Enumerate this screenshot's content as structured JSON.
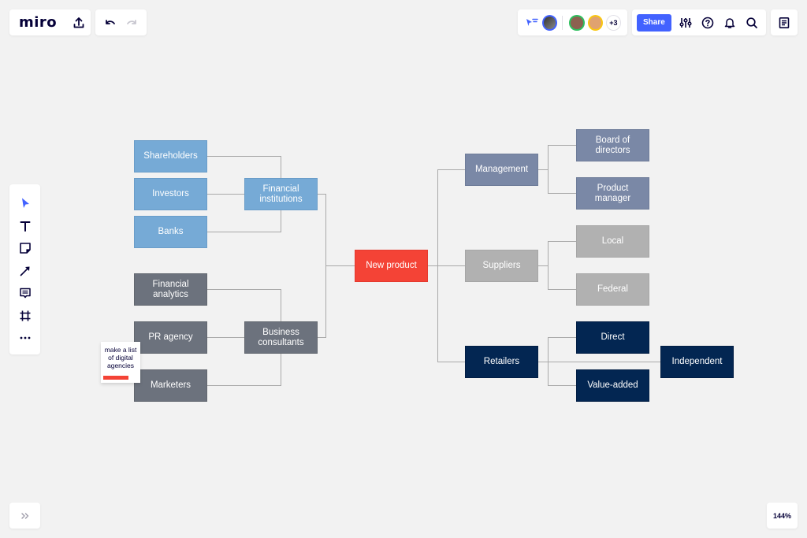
{
  "header": {
    "logo": "miro",
    "upload_icon": "upload-icon",
    "undo_icon": "undo-icon",
    "redo_icon": "redo-icon",
    "collaborators": {
      "cursor_icon": "follow-cursor-icon",
      "avatars": [
        {
          "name": "user-1",
          "border": "#4262ff"
        },
        {
          "name": "user-2",
          "border": "#2ebf5e"
        },
        {
          "name": "user-3",
          "border": "#fac710"
        }
      ],
      "more_count": "+3"
    },
    "share_label": "Share",
    "settings_icon": "sliders-icon",
    "help_icon": "help-icon",
    "notifications_icon": "bell-icon",
    "search_icon": "search-icon",
    "notes_icon": "notes-icon"
  },
  "toolbar": {
    "tools": [
      "select",
      "text",
      "sticky-note",
      "arrow",
      "comment",
      "frame",
      "more"
    ]
  },
  "diagram": {
    "root": {
      "label": "New product",
      "color": "#f44336"
    },
    "left": {
      "financial_institutions": "Financial institutions",
      "shareholders": "Shareholders",
      "investors": "Investors",
      "banks": "Banks",
      "business_consultants": "Business consultants",
      "financial_analytics": "Financial analytics",
      "pr_agency": "PR agency",
      "marketers": "Marketers"
    },
    "right": {
      "management": "Management",
      "board": "Board of directors",
      "product_manager": "Product manager",
      "suppliers": "Suppliers",
      "local": "Local",
      "federal": "Federal",
      "retailers": "Retailers",
      "direct": "Direct",
      "value_added": "Value-added",
      "independent": "Independent"
    },
    "colors": {
      "blue": "#76aad6",
      "slate": "#6c727d",
      "red": "#f44336",
      "lavender": "#7a88a6",
      "gray": "#b1b1b1",
      "navy": "#032652",
      "connector": "#a9a9a9"
    }
  },
  "sticky_note": {
    "text": "make a list of digital agencies",
    "tag_color": "#f44336"
  },
  "footer": {
    "expand_icon": "chevrons-right-icon",
    "zoom_level": "144%"
  }
}
